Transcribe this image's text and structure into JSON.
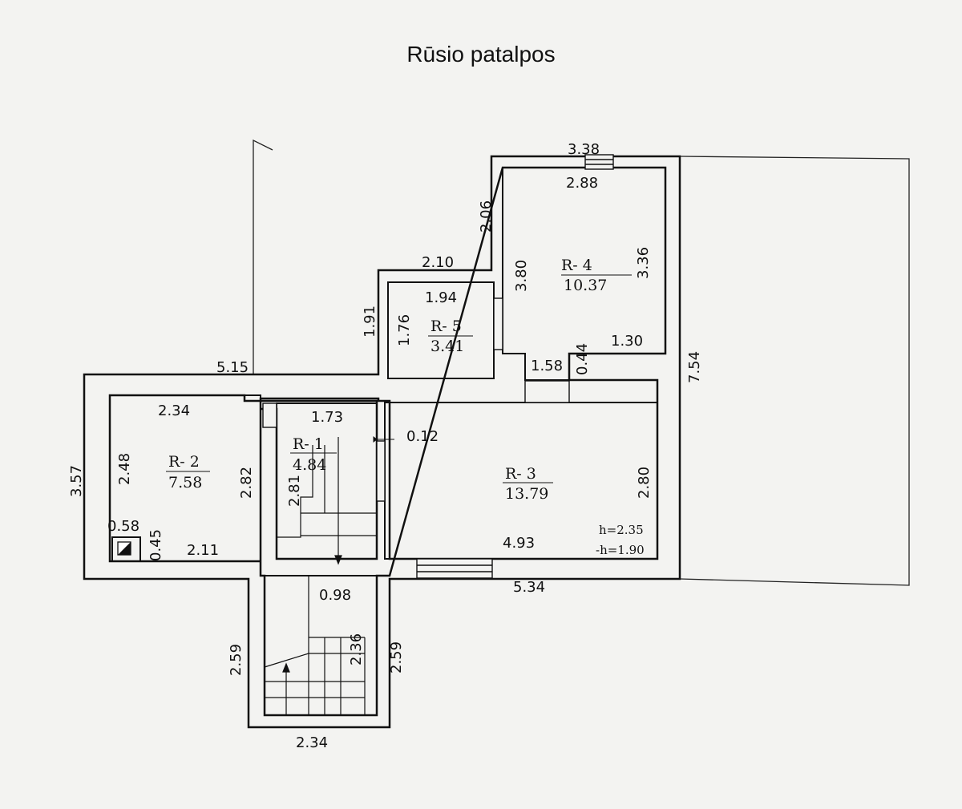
{
  "title": "Rūsio patalpos",
  "rooms": [
    {
      "id": "R-1",
      "label": "R- 1",
      "area": "4.84"
    },
    {
      "id": "R-2",
      "label": "R- 2",
      "area": "7.58"
    },
    {
      "id": "R-3",
      "label": "R- 3",
      "area": "13.79"
    },
    {
      "id": "R-4",
      "label": "R- 4",
      "area": "10.37"
    },
    {
      "id": "R-5",
      "label": "R- 5",
      "area": "3.41"
    }
  ],
  "dims": {
    "d338": "3.38",
    "d288": "2.88",
    "d206": "2.06",
    "d210": "2.10",
    "d380": "3.80",
    "d336": "3.36",
    "d194": "1.94",
    "d176": "1.76",
    "d191": "1.91",
    "d130": "1.30",
    "d044": "0.44",
    "d158": "1.58",
    "d754": "7.54",
    "d515": "5.15",
    "d234a": "2.34",
    "d173": "1.73",
    "d012": "0.12",
    "d357": "3.57",
    "d248": "2.48",
    "d282": "2.82",
    "d281": "2.81",
    "d280": "2.80",
    "d058": "0.58",
    "d045": "0.45",
    "d211": "2.11",
    "d493": "4.93",
    "d534": "5.34",
    "d098": "0.98",
    "d259a": "2.59",
    "d259b": "2.59",
    "d236": "2.36",
    "d234b": "2.34"
  },
  "heights": {
    "h": "h=2.35",
    "minus_h": "-h=1.90"
  }
}
